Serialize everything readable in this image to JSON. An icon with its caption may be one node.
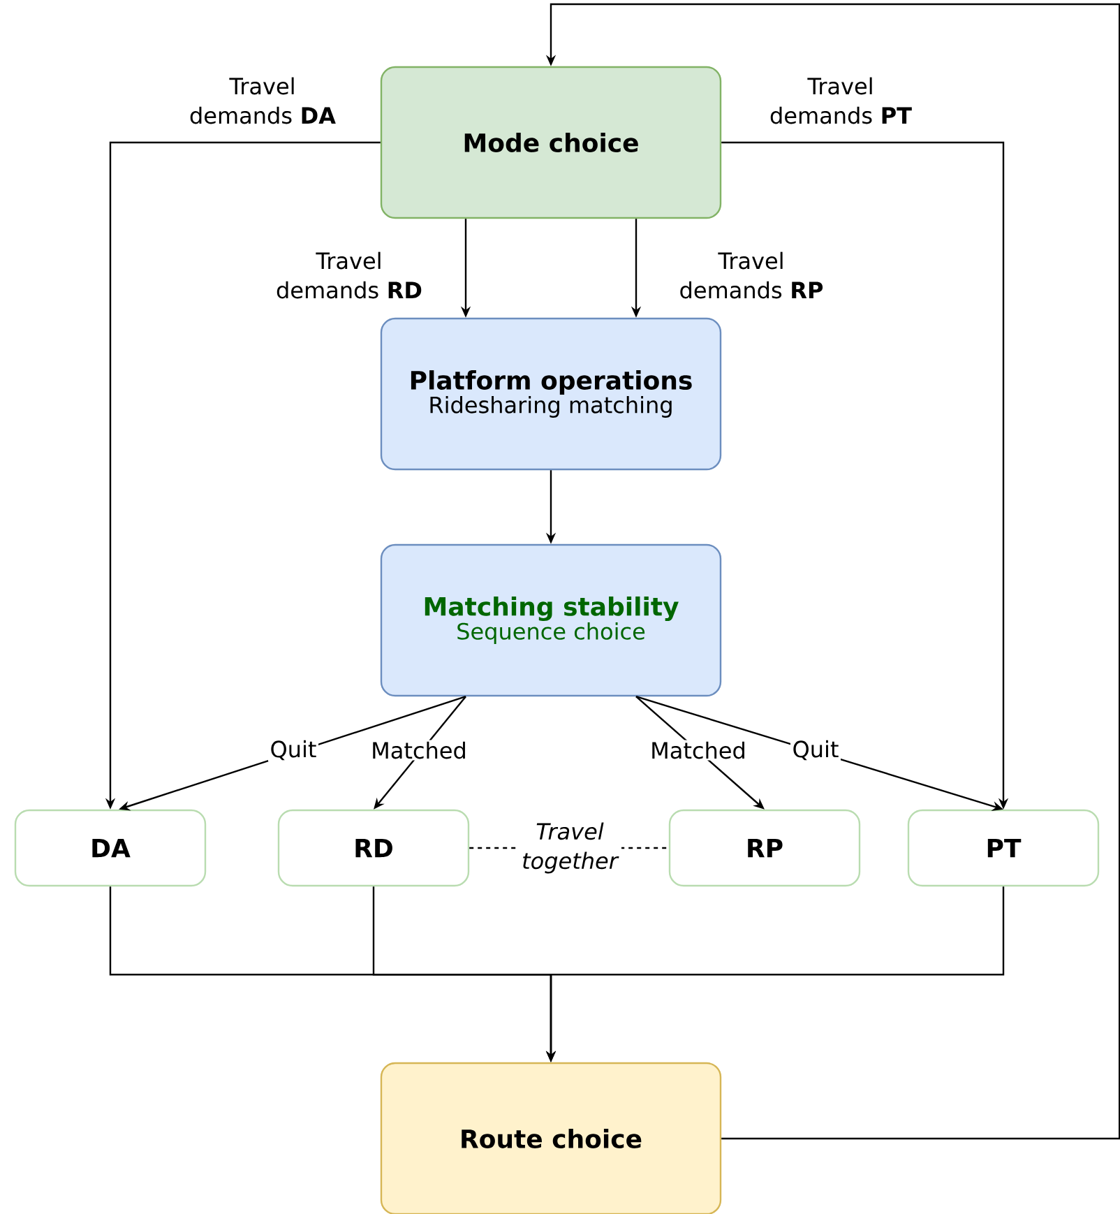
{
  "diagram": {
    "nodes": [
      {
        "text": [
          "Mode choice"
        ]
      },
      {
        "text": [
          "Platform operations",
          "Ridesharing matching"
        ]
      },
      {
        "text": [
          "Matching stability",
          "Sequence choice"
        ]
      },
      {
        "text": [
          "DA"
        ]
      },
      {
        "text": [
          "RD"
        ]
      },
      {
        "text": [
          "RP"
        ]
      },
      {
        "text": [
          "PT"
        ]
      },
      {
        "text": [
          "Route choice"
        ]
      }
    ],
    "edges": [
      {
        "from": 0,
        "to": 3,
        "arrow": "to",
        "label": "Travel demands **DA**"
      },
      {
        "from": 0,
        "to": 1,
        "arrow": "to",
        "label": "Travel demands **RD**"
      },
      {
        "from": 0,
        "to": 1,
        "arrow": "to",
        "label": "Travel demands **RP**"
      },
      {
        "from": 0,
        "to": 6,
        "arrow": "to",
        "label": "Travel demands **PT**"
      },
      {
        "from": 1,
        "to": 2,
        "arrow": "to"
      },
      {
        "from": 2,
        "to": 3,
        "arrow": "to",
        "label": "Quit"
      },
      {
        "from": 2,
        "to": 4,
        "arrow": "to",
        "label": "Matched"
      },
      {
        "from": 2,
        "to": 5,
        "arrow": "to",
        "label": "Matched"
      },
      {
        "from": 2,
        "to": 6,
        "arrow": "to",
        "label": "Quit"
      },
      {
        "from": 4,
        "to": 5,
        "arrow": "none",
        "style": "dashed",
        "label": "Travel together"
      },
      {
        "from": 3,
        "to": 7,
        "arrow": "to"
      },
      {
        "from": 4,
        "to": 7,
        "arrow": "to"
      },
      {
        "from": 6,
        "to": 7,
        "arrow": "to"
      },
      {
        "from": 7,
        "to": 0,
        "arrow": "to"
      }
    ]
  }
}
